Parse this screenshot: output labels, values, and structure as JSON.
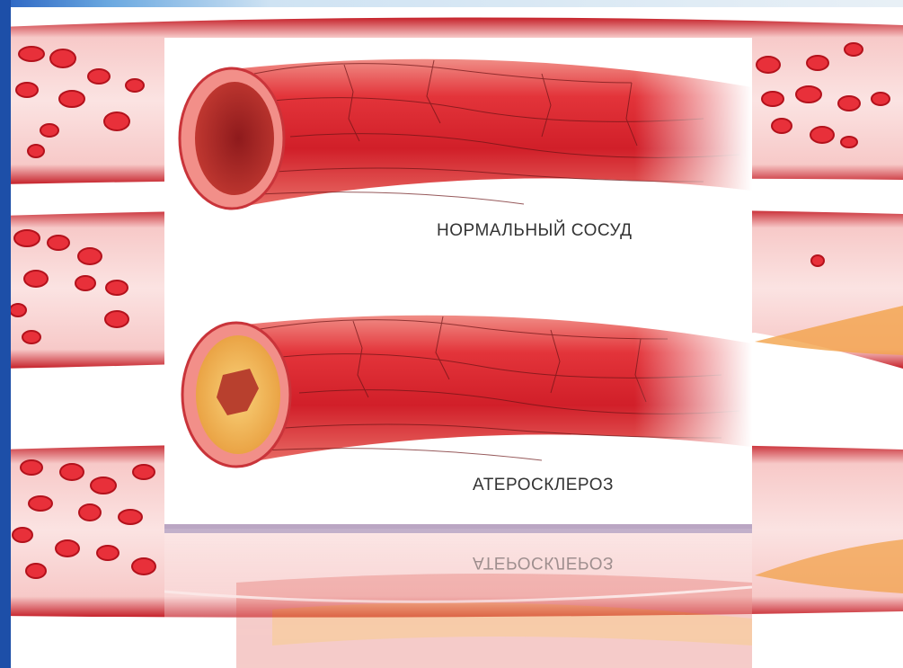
{
  "slide": {
    "accent_color": "#1d4fa8",
    "vessel_color": "#d9232e",
    "blood_cell_color": "#e8303a",
    "plaque_color": "#f2b64a"
  },
  "illustration": {
    "normal_vessel_caption": "НОРМАЛЬНЫЙ СОСУД",
    "atherosclerosis_caption": "АТЕРОСКЛЕРОЗ"
  },
  "reflection": {
    "caption": "АТЕРОСКЛЕРОЗ"
  }
}
